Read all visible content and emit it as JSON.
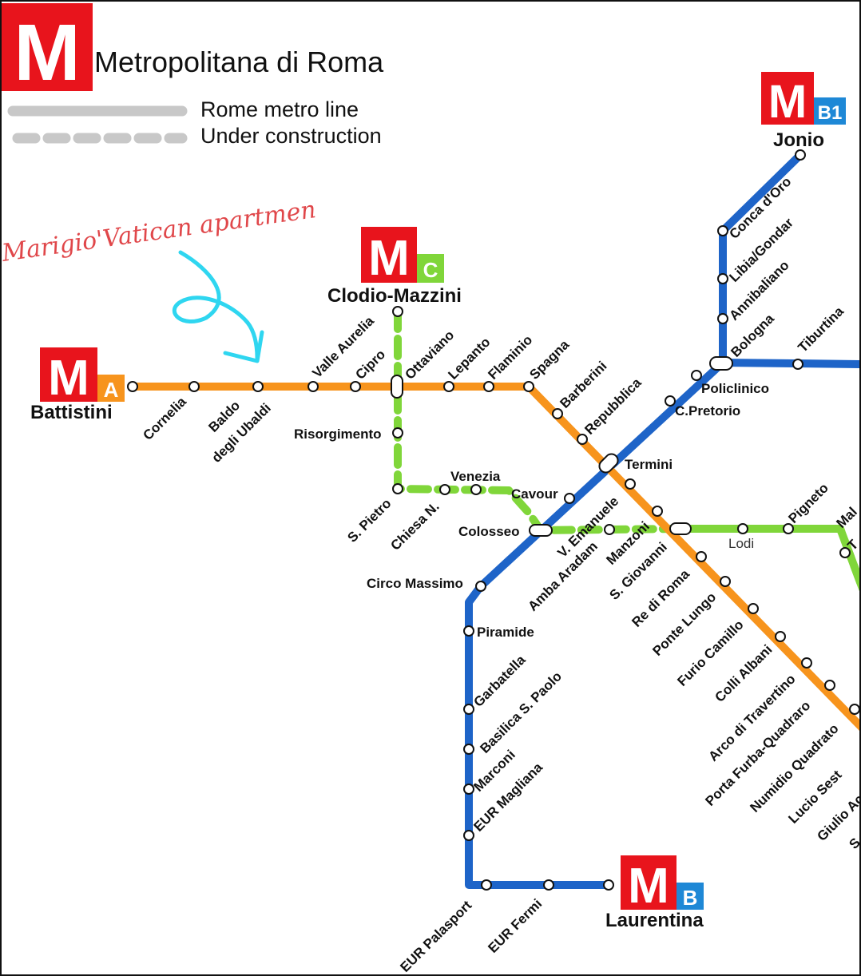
{
  "title": "Metropolitana di Roma",
  "logo_letter": "M",
  "legend": {
    "metro_line": "Rome metro line",
    "under_construction": "Under construction"
  },
  "annotation": "Marigio'Vatican apartmen",
  "colors": {
    "line_a": "#f7941d",
    "line_b": "#1e64c8",
    "line_c": "#80d63a",
    "logo_red": "#e8141c",
    "line_b_badge": "#1e88d6",
    "legend_gray": "#c8c8c8",
    "annotation_text": "#e0474a",
    "annotation_arrow": "#2fd6f0"
  },
  "terminals": {
    "battistini": {
      "name": "Battistini",
      "line": "A"
    },
    "clodio": {
      "name": "Clodio-Mazzini",
      "line": "C"
    },
    "jonio": {
      "name": "Jonio",
      "line": "B1"
    },
    "laurentina": {
      "name": "Laurentina",
      "line": "B"
    }
  },
  "stations": {
    "cornelia": "Cornelia",
    "baldo_1": "Baldo",
    "baldo_2": "degli Ubaldi",
    "valle_aurelia": "Valle Aurelia",
    "cipro": "Cipro",
    "ottaviano": "Ottaviano",
    "lepanto": "Lepanto",
    "flaminio": "Flaminio",
    "spagna": "Spagna",
    "barberini": "Barberini",
    "repubblica": "Repubblica",
    "termini": "Termini",
    "v_emanuele": "V. Emanuele",
    "manzoni": "Manzoni",
    "s_giovanni": "S. Giovanni",
    "re_di_roma": "Re di Roma",
    "ponte_lungo": "Ponte Lungo",
    "furio_camillo": "Furio Camillo",
    "colli_albani": "Colli Albani",
    "arco_travertino": "Arco di Travertino",
    "porta_furba": "Porta Furba-Quadraro",
    "numidio": "Numidio Quadrato",
    "lucio_sestio": "Lucio Sest",
    "giulio": "Giulio Ac",
    "s_cut": "S",
    "risorgimento": "Risorgimento",
    "s_pietro": "S. Pietro",
    "chiesa_nuova": "Chiesa N.",
    "venezia": "Venezia",
    "amba_aradam": "Amba Aradam",
    "lodi": "Lodi",
    "pigneto": "Pigneto",
    "mal": "Mal",
    "t_cut": "T",
    "conca_oro": "Conca d'Oro",
    "libia": "Libia/Gondar",
    "annibaliano": "Annibaliano",
    "bologna": "Bologna",
    "tiburtina": "Tiburtina",
    "policlinico": "Policlinico",
    "c_pretorio": "C.Pretorio",
    "cavour": "Cavour",
    "colosseo": "Colosseo",
    "circo_massimo": "Circo Massimo",
    "piramide": "Piramide",
    "garbatella": "Garbatella",
    "basilica": "Basilica S. Paolo",
    "marconi": "Marconi",
    "eur_magliana": "EUR Magliana",
    "eur_palasport": "EUR Palasport",
    "eur_fermi": "EUR Fermi"
  }
}
